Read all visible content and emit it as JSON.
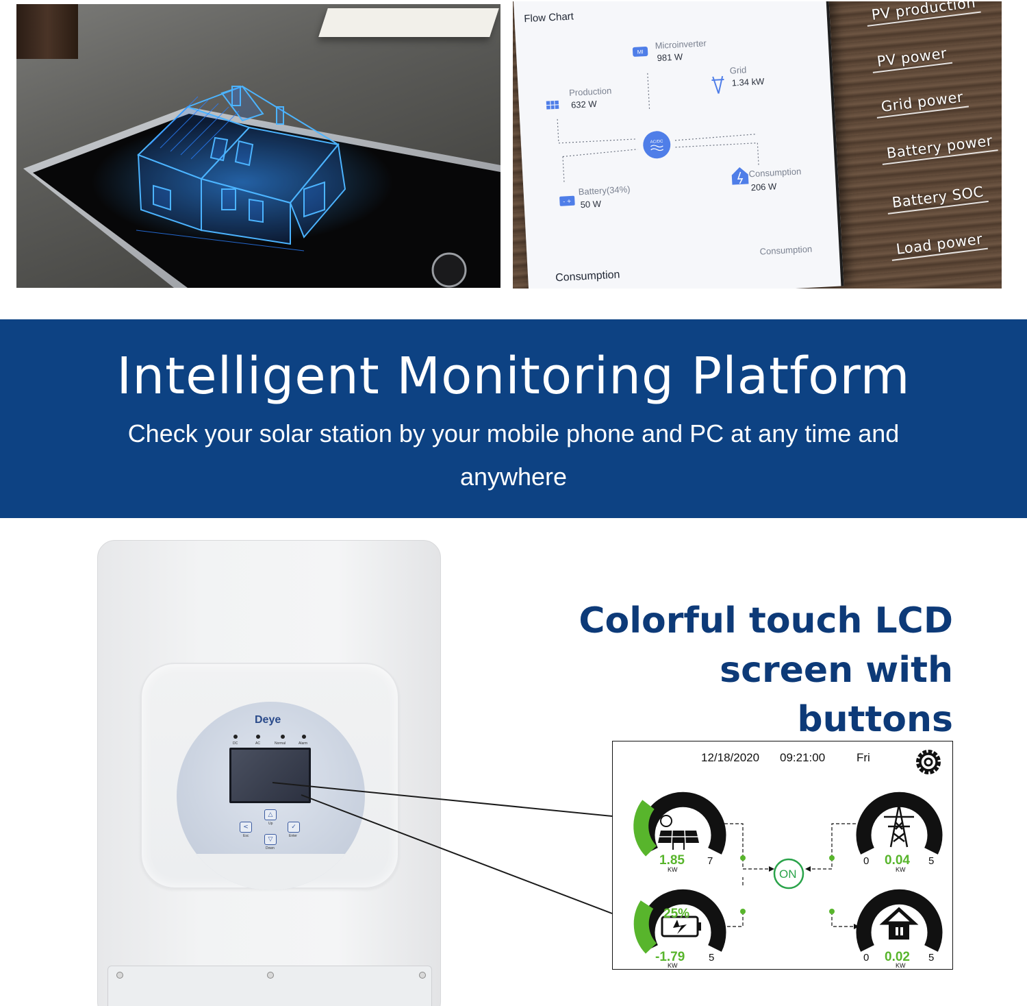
{
  "flow_chart": {
    "title": "Flow Chart",
    "nodes": [
      {
        "key": "microinverter",
        "label": "Microinverter",
        "value": "981 W",
        "icon": "microinverter-icon"
      },
      {
        "key": "production",
        "label": "Production",
        "value": "632 W",
        "icon": "solar-panel-icon"
      },
      {
        "key": "grid",
        "label": "Grid",
        "value": "1.34 kW",
        "icon": "grid-tower-icon"
      },
      {
        "key": "battery",
        "label": "Battery(34%)",
        "value": "50 W",
        "icon": "battery-icon"
      },
      {
        "key": "consumption",
        "label": "Consumption",
        "value": "206 W",
        "icon": "home-icon"
      }
    ],
    "hub_label": "AC/DC",
    "section_title": "Consumption",
    "section_small": "Consumption"
  },
  "wood_labels": [
    "PV production",
    "PV power",
    "Grid power",
    "Battery power",
    "Battery SOC",
    "Load power"
  ],
  "banner": {
    "title": "Intelligent Monitoring Platform",
    "subtitle": "Check your solar station by your mobile phone and PC at any time and anywhere"
  },
  "inverter": {
    "brand": "Deye",
    "leds": [
      "DC",
      "AC",
      "Normal",
      "Alarm"
    ],
    "buttons": [
      {
        "label": "Esc",
        "glyph": "<"
      },
      {
        "label": "Up",
        "glyph": "△"
      },
      {
        "label": "Down",
        "glyph": "▽"
      },
      {
        "label": "Enter",
        "glyph": "✓"
      }
    ]
  },
  "feature_heading": "Colorful touch LCD screen with buttons",
  "lcd": {
    "date": "12/18/2020",
    "time": "09:21:00",
    "day": "Fri",
    "on_label": "ON",
    "unit": "KW",
    "gauges": [
      {
        "key": "pv",
        "value": "1.85",
        "max": "7",
        "icon": "solar-panel-icon",
        "fill": 0.26
      },
      {
        "key": "grid",
        "value": "0.04",
        "min": "0",
        "max": "5",
        "icon": "grid-tower-icon",
        "fill": 0.01
      },
      {
        "key": "battery",
        "soc": "25%",
        "value": "-1.79",
        "max": "5",
        "icon": "battery-icon",
        "fill": 0.36
      },
      {
        "key": "load",
        "value": "0.02",
        "min": "0",
        "max": "5",
        "icon": "home-icon",
        "fill": 0.0
      }
    ],
    "colors": {
      "accent": "#58b52c",
      "gauge": "#111111"
    }
  }
}
